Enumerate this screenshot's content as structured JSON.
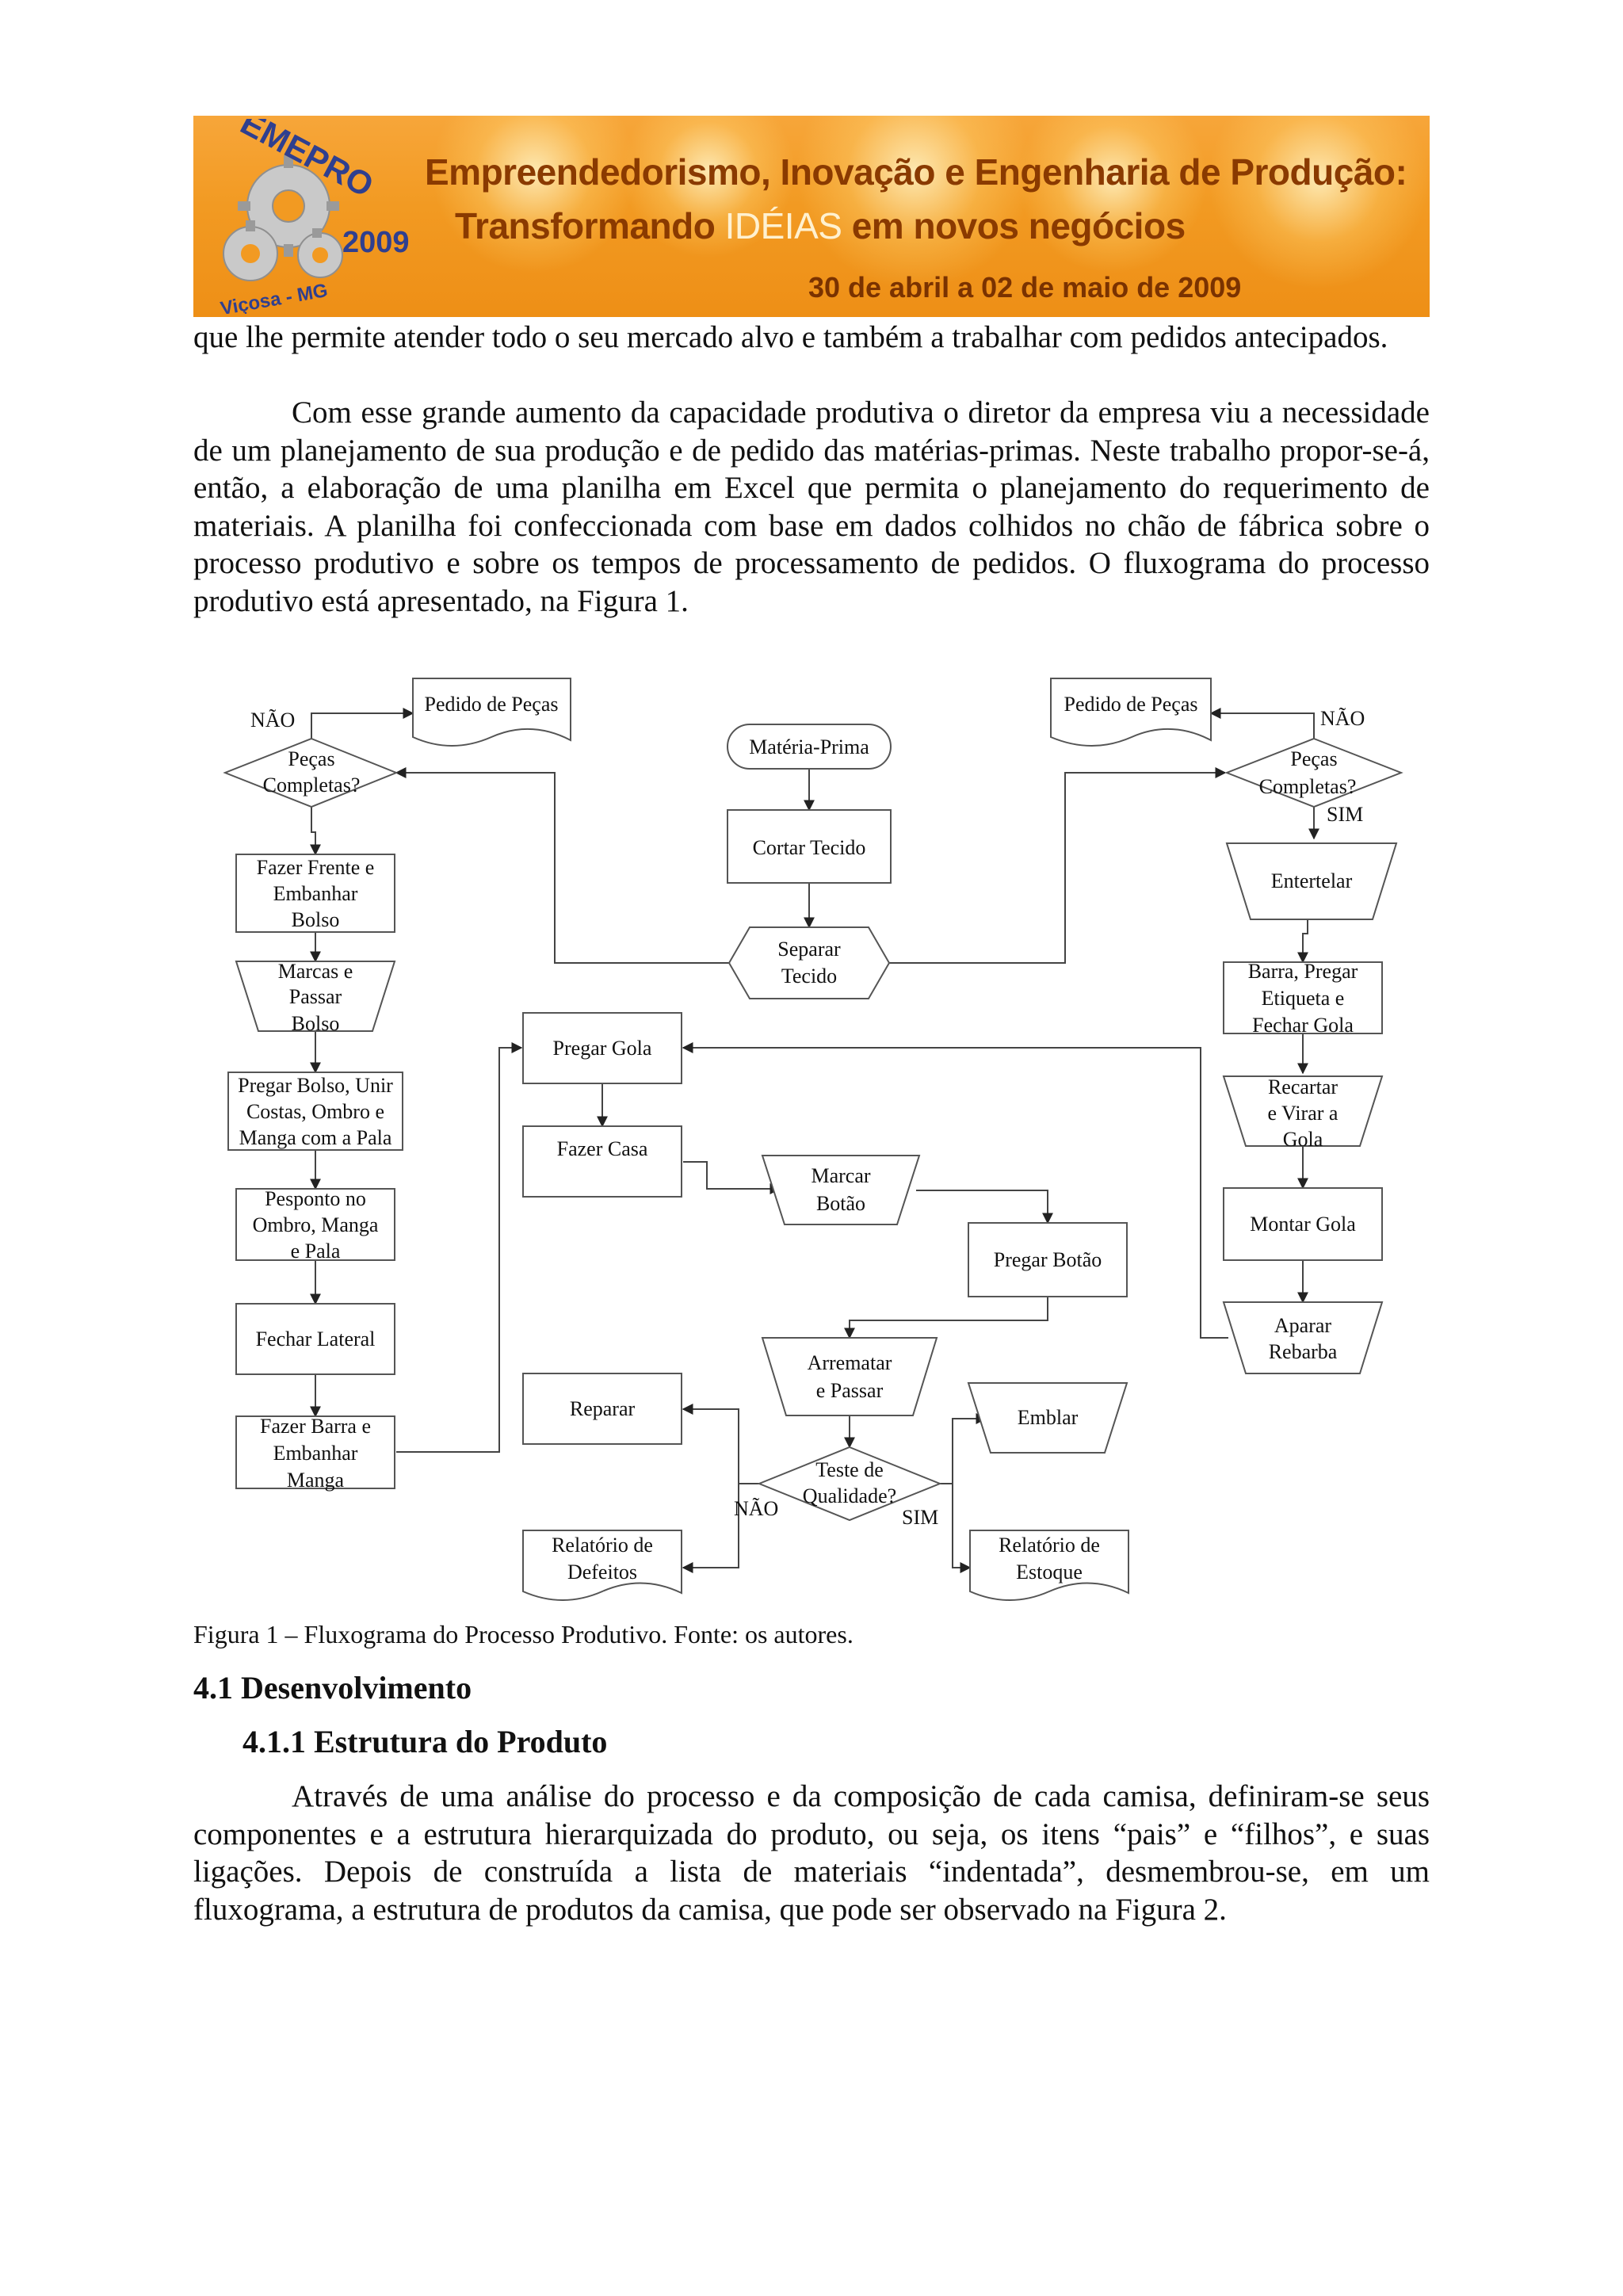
{
  "banner": {
    "logo_text": "EMEPRO",
    "logo_year": "2009",
    "logo_city": "Viçosa - MG",
    "line1": "Empreendedorismo, Inovação e Engenharia de Produção:",
    "line2_start": "Transformando ",
    "line2_highlight": "IDÉIAS",
    "line2_end": " em novos negócios",
    "line3": "30 de abril a 02 de maio de 2009",
    "colors": {
      "background": "#f29a22",
      "text": "#8a3a00"
    }
  },
  "intro": {
    "p1": "que lhe permite atender todo o seu mercado alvo e também a trabalhar com pedidos antecipados.",
    "p2": "Com esse grande aumento da capacidade produtiva o diretor da empresa viu a necessidade de um planejamento de sua produção e de pedido das matérias-primas. Neste trabalho propor-se-á, então, a elaboração de uma planilha em Excel que permita o planejamento do requerimento de materiais. A planilha foi confeccionada com base em dados colhidos no chão de fábrica sobre o processo produtivo e sobre os tempos de processamento de pedidos. O fluxograma do processo produtivo está apresentado, na Figura 1."
  },
  "flowchart": {
    "nodes": {
      "materia_prima": "Matéria-Prima",
      "cortar_tecido": "Cortar Tecido",
      "separar_tecido": [
        "Separar",
        "Tecido"
      ],
      "pedido_left": "Pedido de Peças",
      "pedido_right": "Pedido de Peças",
      "pecas_left": [
        "Peças",
        "Completas?"
      ],
      "pecas_right": [
        "Peças",
        "Completas?"
      ],
      "fazer_frente": [
        "Fazer Frente e",
        "Embanhar",
        "Bolso"
      ],
      "marcas_passar": [
        "Marcas e",
        "Passar",
        "Bolso"
      ],
      "pregar_bolso": [
        "Pregar Bolso, Unir",
        "Costas, Ombro e",
        "Manga com a Pala"
      ],
      "pesponto": [
        "Pesponto no",
        "Ombro, Manga",
        "e Pala"
      ],
      "fechar_lateral": "Fechar Lateral",
      "fazer_barra": [
        "Fazer Barra e",
        "Embanhar",
        "Manga"
      ],
      "pregar_gola": "Pregar Gola",
      "fazer_casa": "Fazer Casa",
      "marcar_botao": [
        "Marcar",
        "Botão"
      ],
      "pregar_botao": "Pregar Botão",
      "arrematar": [
        "Arrematar",
        "e Passar"
      ],
      "reparar": "Reparar",
      "emblar": "Emblar",
      "teste_qualidade": [
        "Teste de",
        "Qualidade?"
      ],
      "relatorio_defeitos": [
        "Relatório de",
        "Defeitos"
      ],
      "relatorio_estoque": [
        "Relatório de",
        "Estoque"
      ],
      "entretelar": "Entertelar",
      "barra_pregar": [
        "Barra, Pregar",
        "Etiqueta e",
        "Fechar Gola"
      ],
      "recartar": [
        "Recartar",
        "e Virar a",
        "Gola"
      ],
      "montar_gola": "Montar Gola",
      "aparar": [
        "Aparar",
        "Rebarba"
      ]
    },
    "labels": {
      "nao_left": "NÃO",
      "nao_right": "NÃO",
      "sim_right": "SIM",
      "nao_teste": "NÃO",
      "sim_teste": "SIM"
    }
  },
  "caption": "Figura 1 – Fluxograma do Processo Produtivo. Fonte: os autores.",
  "section": {
    "heading1": "4.1 Desenvolvimento",
    "heading2": "4.1.1  Estrutura do Produto",
    "p3": "Através de uma análise do processo e da composição de cada camisa, definiram-se seus componentes e a estrutura hierarquizada do produto, ou seja, os itens “pais” e “filhos”, e suas ligações. Depois de construída a lista de materiais “indentada”, desmembrou-se, em um fluxograma, a estrutura de produtos da camisa, que pode ser observado na Figura 2."
  }
}
